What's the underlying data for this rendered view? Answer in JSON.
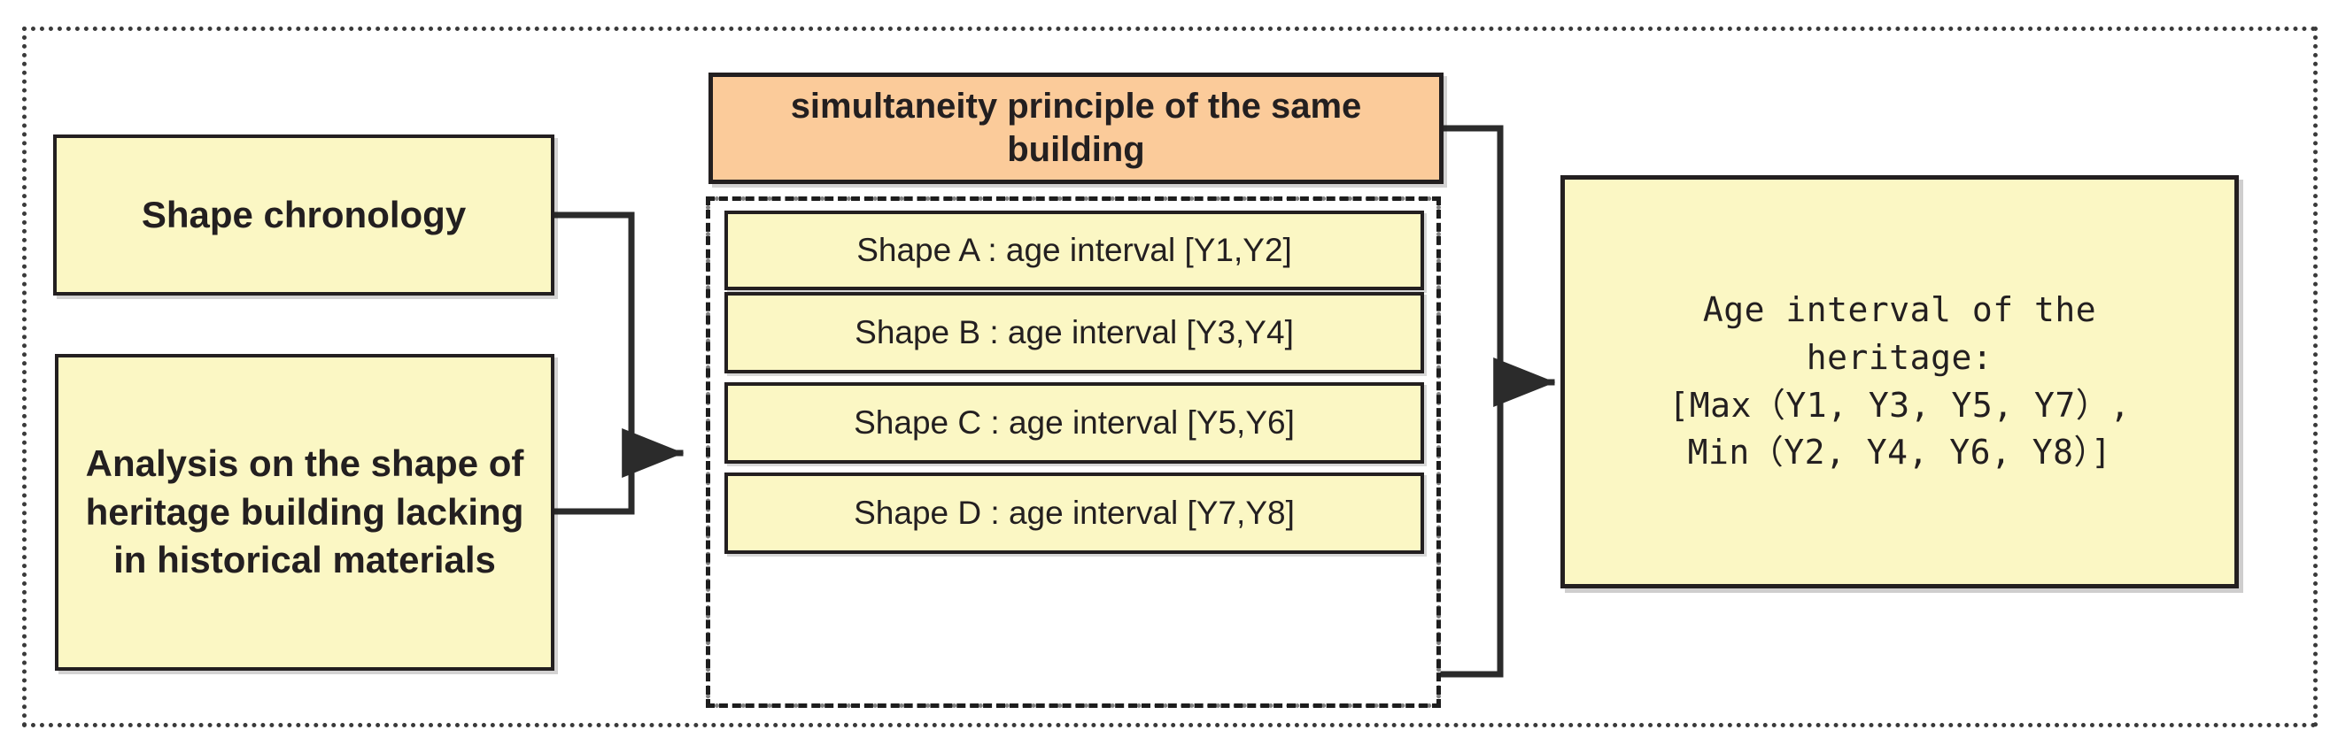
{
  "diagram": {
    "title_present": false,
    "colors": {
      "node_fill": "#FBF7C4",
      "highlight_fill": "#FBCB9A",
      "stroke": "#231F20",
      "frame": "#3A3A3A",
      "background": "#FFFFFF"
    },
    "outer_frame": {
      "style": "dotted"
    },
    "inputs": [
      {
        "id": "shape-chronology",
        "label": "Shape chronology"
      },
      {
        "id": "shape-analysis",
        "label": "Analysis on the shape of heritage building lacking in historical materials"
      }
    ],
    "principle": {
      "id": "simultaneity-principle",
      "label": "simultaneity principle of the same building",
      "fill": "#FBCB9A"
    },
    "group": {
      "id": "shape-interval-group",
      "border_style": "dash-dot",
      "items": [
        {
          "id": "shape-a",
          "label": "Shape A : age interval [Y1,Y2]"
        },
        {
          "id": "shape-b",
          "label": "Shape B : age interval [Y3,Y4]"
        },
        {
          "id": "shape-c",
          "label": "Shape C : age interval [Y5,Y6]"
        },
        {
          "id": "shape-d",
          "label": "Shape D : age interval [Y7,Y8]"
        }
      ]
    },
    "result": {
      "id": "heritage-age-interval",
      "line1": "Age interval of the",
      "line2": "heritage:",
      "line3": "[Max（Y1, Y3, Y5, Y7）,",
      "line4": "Min（Y2, Y4, Y6, Y8）]"
    },
    "connectors": [
      {
        "id": "inputs-to-group",
        "from": "inputs",
        "to": "shape-interval-group",
        "arrow": "right"
      },
      {
        "id": "group-to-result",
        "from": "simultaneity-principle+group",
        "to": "heritage-age-interval",
        "arrow": "right"
      }
    ]
  }
}
